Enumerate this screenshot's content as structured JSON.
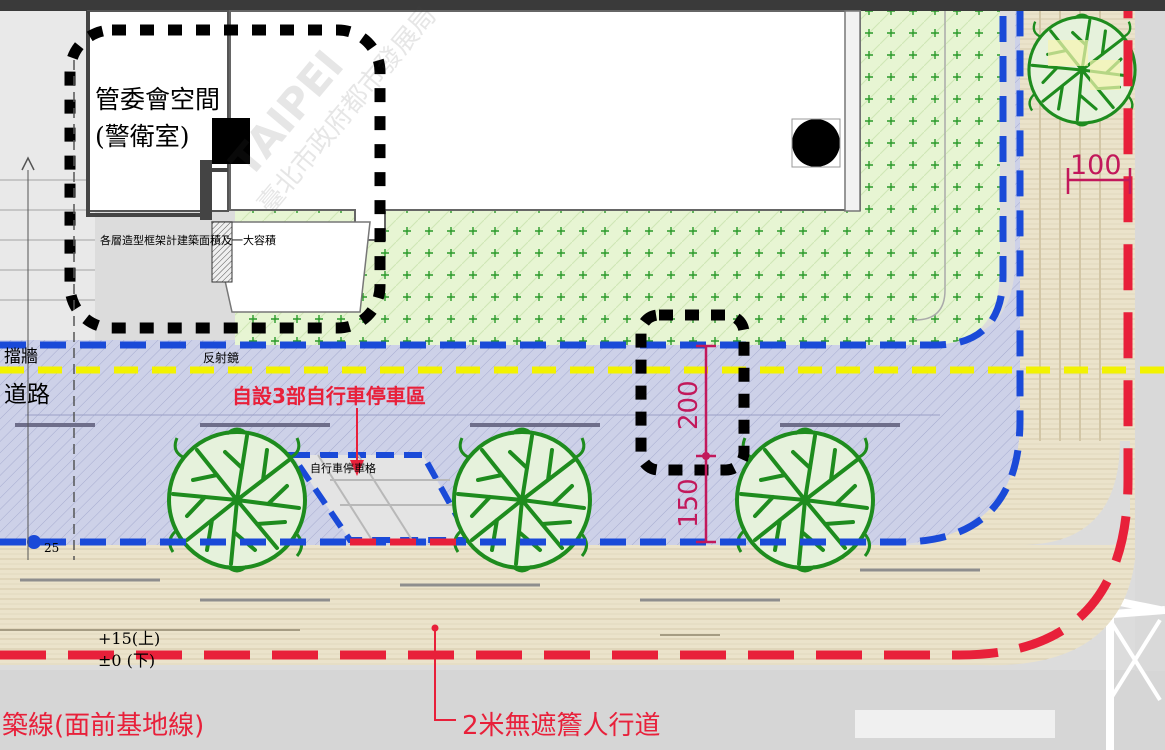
{
  "labels": {
    "mgmt_space_line1": "管委會空間",
    "mgmt_space_line2": "(警衛室)",
    "floor_area_note": "各層造型框架計建築面積及一大容積",
    "bike_parking": "自設3部自行車停車區",
    "bike_parking_small": "自行車停車格",
    "reflective": "反射鏡",
    "left_road_top": "擋牆",
    "left_road": "道路",
    "dim_100": "100",
    "dim_200": "200",
    "dim_150": "150",
    "level_up": "+15(上)",
    "level_down": "±0 (下)",
    "small_25": "25",
    "setback_line": "築線(面前基地線)",
    "walkway": "2米無遮簷人行道"
  },
  "watermark": {
    "brand": "TAIPEI",
    "agency": "臺北市政府都市發展局"
  },
  "colors": {
    "red_annotation": "#e8203a",
    "blue_boundary": "#1a4ad8",
    "yellow_line": "#f2f200",
    "tree_green": "#1e8c1e",
    "planting_fill": "#e6f5d2",
    "pavement_fill": "#cfcfe4",
    "sidewalk_fill": "#e8e0c8"
  }
}
